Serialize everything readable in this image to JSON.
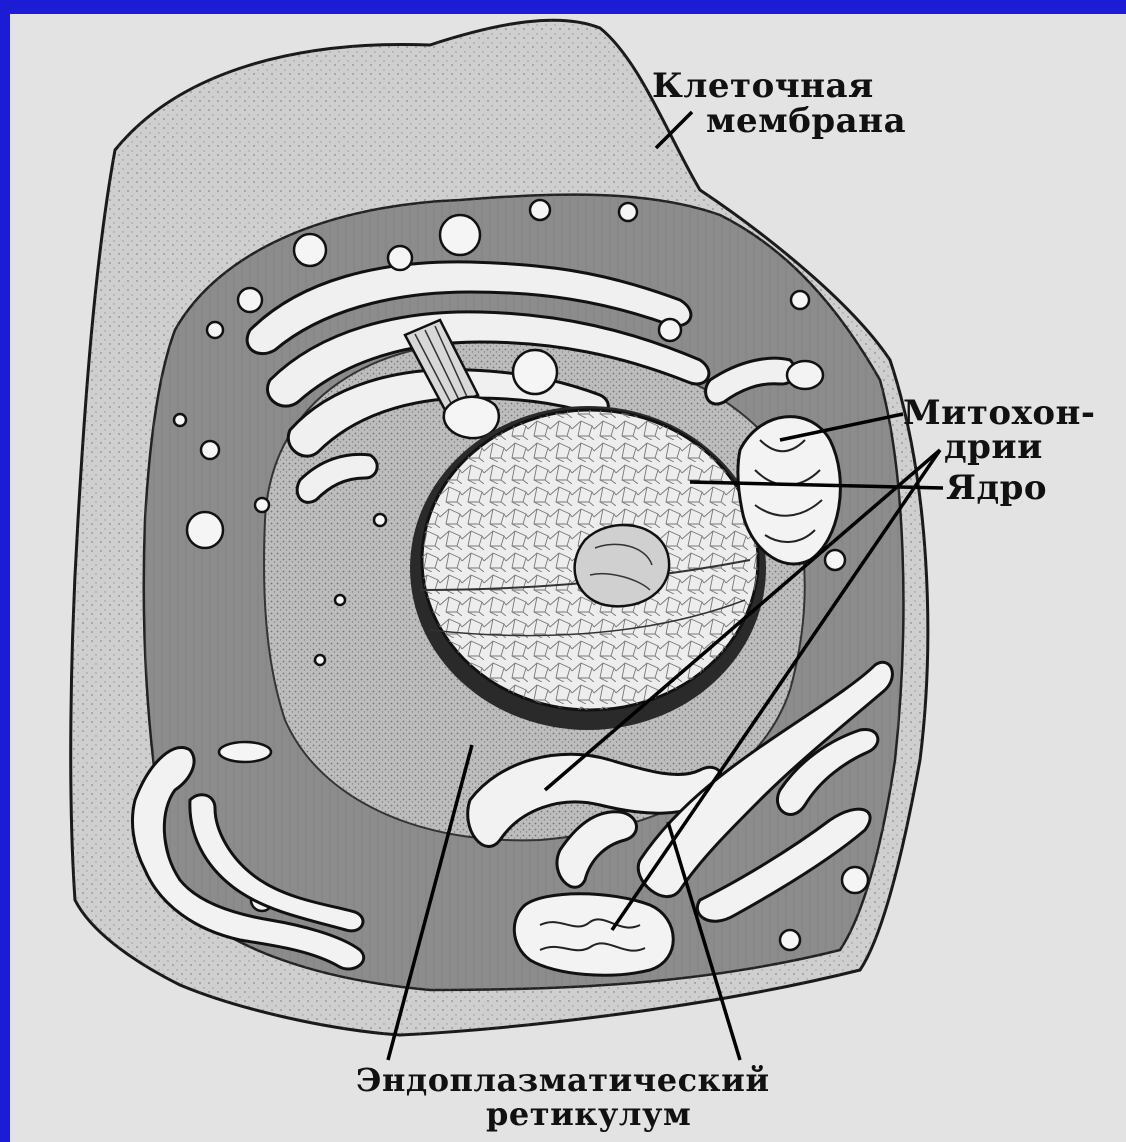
{
  "labels": {
    "membrane_line1": "Клеточная",
    "membrane_line2": "мембрана",
    "mito_line1": "Митохон-",
    "mito_line2": "дрии",
    "nucleus": "Ядро",
    "er_line1": "Эндоплазматический",
    "er_line2": "ретикулум"
  },
  "colors": {
    "slide_background": "#1c1cd4",
    "panel_background": "#e3e3e3",
    "ink": "#111111"
  }
}
